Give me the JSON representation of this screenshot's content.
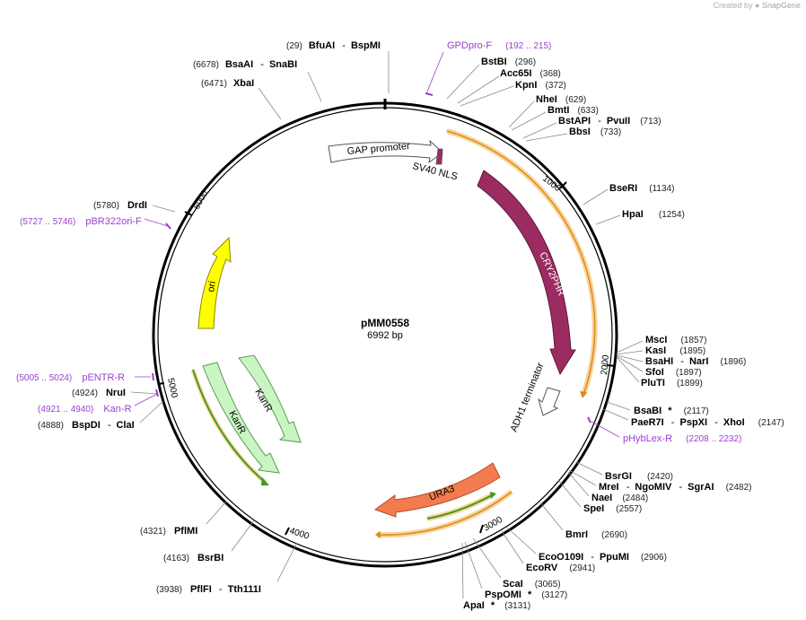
{
  "credit": {
    "prefix": "Created by",
    "brand": "SnapGene"
  },
  "map": {
    "name": "pMM0558",
    "length_label": "6992 bp",
    "ticks": [
      "1000",
      "2000",
      "3000",
      "4000",
      "5000",
      "6000"
    ]
  },
  "features": {
    "gap_promoter": "GAP promoter",
    "sv40_nls": "SV40 NLS",
    "cry2phr": "CRY2PHR",
    "adh1_terminator": "ADH1 terminator",
    "ura3": "URA3",
    "kanr_outer": "KanR",
    "kanr_inner": "KanR",
    "ori": "ori"
  },
  "enzymes": {
    "bfuai": {
      "pos": "(29)",
      "name": "BfuAI",
      "sep": "-",
      "name2": "BspMI"
    },
    "bsaai": {
      "pos": "(6678)",
      "name": "BsaAI",
      "sep": "-",
      "name2": "SnaBI"
    },
    "xbai": {
      "pos": "(6471)",
      "name": "XbaI"
    },
    "bstbi": {
      "name": "BstBI",
      "pos": "(296)"
    },
    "acc65i": {
      "name": "Acc65I",
      "pos": "(368)"
    },
    "kpni": {
      "name": "KpnI",
      "pos": "(372)"
    },
    "nhei": {
      "name": "NheI",
      "pos": "(629)"
    },
    "bmti": {
      "name": "BmtI",
      "pos": "(633)"
    },
    "bstapi": {
      "name": "BstAPI",
      "sep": "-",
      "name2": "PvuII",
      "pos": "(713)"
    },
    "bbsi": {
      "name": "BbsI",
      "pos": "(733)"
    },
    "bseri": {
      "name": "BseRI",
      "pos": "(1134)"
    },
    "hpai": {
      "name": "HpaI",
      "pos": "(1254)"
    },
    "msci": {
      "name": "MscI",
      "pos": "(1857)"
    },
    "kasi": {
      "name": "KasI",
      "pos": "(1895)"
    },
    "bsahi": {
      "name": "BsaHI",
      "sep": "-",
      "name2": "NarI",
      "pos": "(1896)"
    },
    "sfoi": {
      "name": "SfoI",
      "pos": "(1897)"
    },
    "pluti": {
      "name": "PluTI",
      "pos": "(1899)"
    },
    "bsabi": {
      "name": "BsaBI",
      "star": "*",
      "pos": "(2117)"
    },
    "paer7i": {
      "name": "PaeR7I",
      "sep": "-",
      "name2": "PspXI",
      "sep2": "-",
      "name3": "XhoI",
      "pos": "(2147)"
    },
    "bsrgi": {
      "name": "BsrGI",
      "pos": "(2420)"
    },
    "mrei": {
      "name": "MreI",
      "sep": "-",
      "name2": "NgoMIV",
      "sep2": "-",
      "name3": "SgrAI",
      "pos": "(2482)"
    },
    "naei": {
      "name": "NaeI",
      "pos": "(2484)"
    },
    "spei": {
      "name": "SpeI",
      "pos": "(2557)"
    },
    "bmri": {
      "name": "BmrI",
      "pos": "(2690)"
    },
    "ecoo109i": {
      "name": "EcoO109I",
      "sep": "-",
      "name2": "PpuMI",
      "pos": "(2906)"
    },
    "ecorv": {
      "name": "EcoRV",
      "pos": "(2941)"
    },
    "scai": {
      "name": "ScaI",
      "pos": "(3065)"
    },
    "psppomi": {
      "name": "PspOMI",
      "star": "*",
      "pos": "(3127)"
    },
    "apai": {
      "name": "ApaI",
      "star": "*",
      "pos": "(3131)"
    },
    "tth111i": {
      "pos": "(3938)",
      "name": "PflFI",
      "sep": "-",
      "name2": "Tth111I"
    },
    "bsrbi": {
      "pos": "(4163)",
      "name": "BsrBI"
    },
    "pflmi": {
      "pos": "(4321)",
      "name": "PflMI"
    },
    "bspdi": {
      "pos": "(4888)",
      "name": "BspDI",
      "sep": "-",
      "name2": "ClaI"
    },
    "nrui": {
      "pos": "(4924)",
      "name": "NruI"
    },
    "drdi": {
      "pos": "(5780)",
      "name": "DrdI"
    }
  },
  "primers": {
    "gpdpro_f": {
      "name": "GPDpro-F",
      "range": "(192 .. 215)"
    },
    "phyblex_r": {
      "name": "pHybLex-R",
      "range": "(2208 .. 2232)"
    },
    "pentr_r": {
      "range": "(5005 .. 5024)",
      "name": "pENTR-R"
    },
    "kan_r": {
      "range": "(4921 .. 4940)",
      "name": "Kan-R"
    },
    "pbr322ori_f": {
      "range": "(5727 .. 5746)",
      "name": "pBR322ori-F"
    }
  },
  "colors": {
    "primer": "#9b3fd0",
    "cry2phr": "#9b2b61",
    "ura3": "#f47b4f",
    "kanr": "#c9f5c3",
    "ori": "#ffff00",
    "primer_bind_halo": "#f7c67a",
    "primer_bind_line": "#d98b1a",
    "green_primer": "#3f9b1f"
  }
}
